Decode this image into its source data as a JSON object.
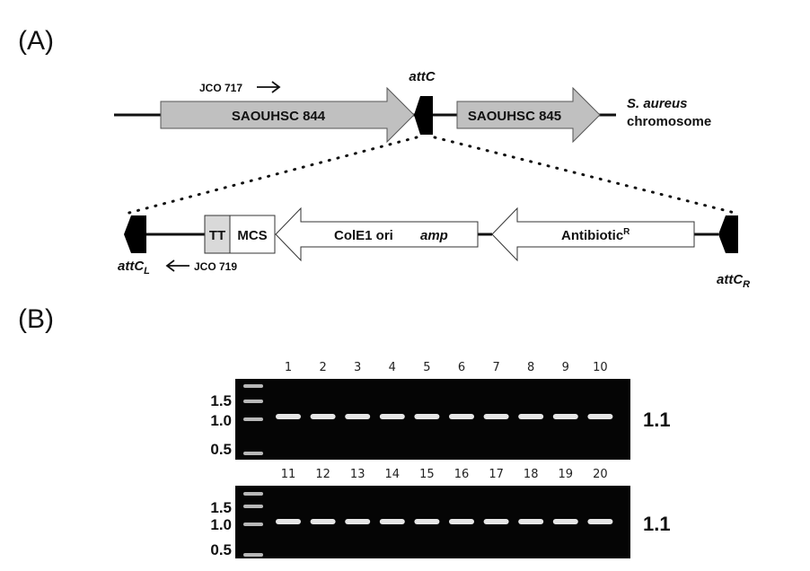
{
  "panel_a": {
    "label": "(A)",
    "primer_forward": "JCO 717",
    "primer_reverse": "JCO 719",
    "attc": "attC",
    "gene_844": "SAOUHSC 844",
    "gene_845": "SAOUHSC 845",
    "organism": "S. aureus",
    "chromosome": "chromosome",
    "tt": "TT",
    "mcs": "MCS",
    "cole1": "ColE1 ori",
    "amp": "amp",
    "antibiotic": "Antibiotic",
    "antibiotic_sup": "R",
    "attc_left": "attC",
    "attc_left_sub": "L",
    "attc_right": "attC",
    "attc_right_sub": "R",
    "colors": {
      "gene_fill": "#c0c0c0",
      "tt_fill": "#d9d9d9"
    }
  },
  "panel_b": {
    "label": "(B)",
    "gels": [
      {
        "lanes": [
          "1",
          "2",
          "3",
          "4",
          "5",
          "6",
          "7",
          "8",
          "9",
          "10"
        ],
        "ladder_labels": [
          "1.5",
          "1.0",
          "0.5"
        ],
        "band_size": "1.1"
      },
      {
        "lanes": [
          "11",
          "12",
          "13",
          "14",
          "15",
          "16",
          "17",
          "18",
          "19",
          "20"
        ],
        "ladder_labels": [
          "1.5",
          "1.0",
          "0.5"
        ],
        "band_size": "1.1"
      }
    ]
  }
}
